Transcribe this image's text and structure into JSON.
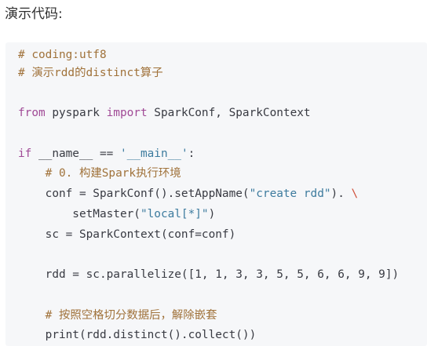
{
  "heading": "演示代码:",
  "code": {
    "line1": {
      "comment": "# coding:utf8"
    },
    "line2": {
      "comment": "# 演示rdd的distinct算子"
    },
    "line4": {
      "kw1": "from",
      "mid": " pyspark ",
      "kw2": "import",
      "rest": " SparkConf, SparkContext"
    },
    "line6": {
      "kw": "if",
      "mid": " __name__ == ",
      "str": "'__main__'",
      "end": ":"
    },
    "line7": {
      "indent": "    ",
      "comment": "# 0. 构建Spark执行环境"
    },
    "line8": {
      "pre": "    conf = SparkConf().setAppName(",
      "str": "\"create rdd\"",
      "mid": "). ",
      "esc": "\\"
    },
    "line9": {
      "pre": "        setMaster(",
      "str": "\"local[*]\"",
      "end": ")"
    },
    "line10": {
      "text": "    sc = SparkContext(conf=conf)"
    },
    "line12": {
      "text": "    rdd = sc.parallelize([1, 1, 3, 3, 5, 5, 6, 6, 9, 9])"
    },
    "line14": {
      "indent": "    ",
      "comment": "# 按照空格切分数据后，解除嵌套"
    },
    "line15": {
      "text": "    print(rdd.distinct().collect())"
    }
  }
}
